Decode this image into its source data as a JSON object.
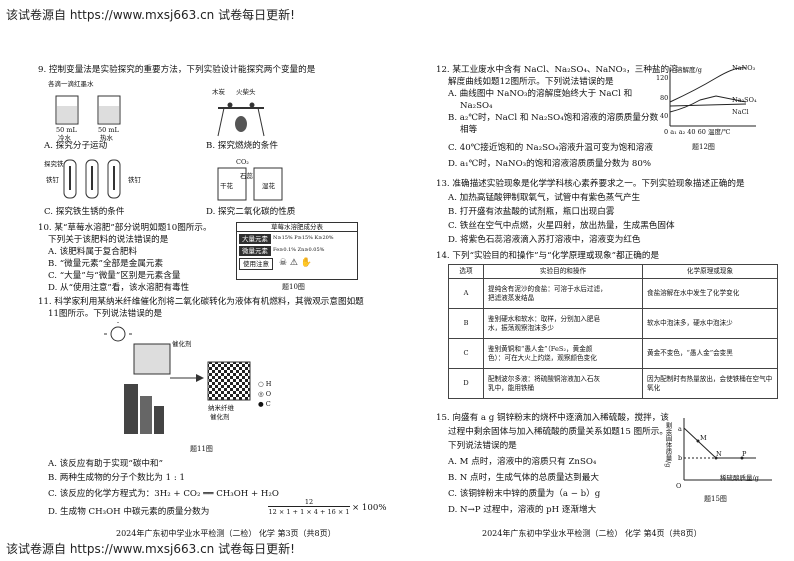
{
  "header": {
    "left": "该试卷源自 https://www.mxsj663.cn 试卷每日更新!"
  },
  "footer_watermark": {
    "left": "该试卷源自 https://www.mxsj663.cn 试卷每日更新!"
  },
  "page_left": {
    "q9": {
      "stem": "9.  控制变量法是实验探究的重要方法，下列实验设计能探究两个变量的是",
      "fig_a_title": "各滴一滴红墨水",
      "fig_a_l1": "50 mL",
      "fig_a_l2": "冷水",
      "fig_a_r1": "50 mL",
      "fig_a_r2": "热水",
      "fig_b_l": "木炭",
      "fig_b_r": "火柴头",
      "fig_c_1": "探究铁",
      "fig_c_2": "铁钉",
      "fig_c_3": "铁钉",
      "fig_d_1": "CO₂",
      "fig_d_2": "干花",
      "fig_d_3": "石蕊",
      "fig_d_4": "湿花",
      "opt_a": "A.  探究分子运动",
      "opt_b": "B.  探究燃烧的条件",
      "opt_c": "C.  探究铁生锈的条件",
      "opt_d": "D.  探究二氧化碳的性质"
    },
    "q10": {
      "l1": "10.  某“草莓水溶肥”部分说明如题10图所示。",
      "l2": "下列关于该肥料的说法错误的是",
      "a": "A.  该肥料属于复合肥料",
      "b": "B.  “微量元素”全部是金属元素",
      "c": "C.  “大量”与“微量”区别是元素含量",
      "d": "D.  从“使用注意”看，该水溶肥有毒性",
      "label_title": "草莓水溶肥成分表",
      "label_macro": "大量元素",
      "label_micro": "微量元素",
      "label_use": "使用注意",
      "label_macro_v": "N≥15% P≥15% K≥20%",
      "label_micro_v": "Fe≥0.1% Zn≥0.05%",
      "fig_cap": "题10图"
    },
    "q11": {
      "l1": "11.  科学家利用某纳米纤维催化剂将二氧化碳转化为液体有机燃料，其微观示意图如题",
      "l2": "11图所示。下列说法错误的是",
      "catalyst": "纳米纤维",
      "catalyst2": "催化剂",
      "leg_h": "○ H",
      "leg_o": "◎ O",
      "leg_c": "● C",
      "cap_cat": "催化剂",
      "fig_cap": "题11图",
      "a": "A.  该反应有助于实现“碳中和”",
      "b": "B.  两种生成物的分子个数比为 1 : 1",
      "c": "C.  该反应的化学方程式为：3H₂ + CO₂ ══ CH₃OH + H₂O",
      "d_pre": "D.  生成物 CH₃OH 中碳元素的质量分数为",
      "d_num": "12",
      "d_den": "12 × 1 + 1 × 4 + 16 × 1",
      "d_post": "× 100%"
    },
    "footer": "2024年广东初中学业水平检测（二检）  化学  第3页（共8页）"
  },
  "page_right": {
    "q12": {
      "l1": "12.  某工业废水中含有 NaCl、Na₂SO₄、NaNO₃，三种盐的溶",
      "l2": "解度曲线如题12图所示。下列说法错误的是",
      "a1": "A.  曲线图中 NaNO₃的溶解度始终大于 NaCl 和",
      "a2": "Na₂SO₄",
      "b1": "B.  a₂℃时，NaCl 和 Na₂SO₄饱和溶液的溶质质量分数",
      "b2": "相等",
      "c": "C.  40℃接近饱和的 Na₂SO₄溶液升温可变为饱和溶液",
      "d": "D.  a₁℃时，NaNO₃的饱和溶液溶质质量分数为 80%",
      "y_label": "溶解度/g",
      "y_tick1": "120",
      "y_tick2": "80",
      "y_tick3": "40",
      "series_1": "NaNO₃",
      "series_2": "Na₂SO₄",
      "series_3": "NaCl",
      "x_ticks": "0 a₁ a₂ 40 60  温度/℃",
      "fig_cap": "题12图"
    },
    "q13": {
      "stem": "13.  准确描述实验现象是化学学科核心素养要求之一。下列实验现象描述正确的是",
      "a": "A.  加热高锰酸钾制取氧气，试管中有紫色蒸气产生",
      "b": "B.  打开盛有浓盐酸的试剂瓶，瓶口出现白雾",
      "c": "C.  铁丝在空气中点燃，火星四射，放出热量，生成黑色固体",
      "d": "D.  将紫色石蕊溶液滴入苏打溶液中，溶液变为红色"
    },
    "q14": {
      "stem": "14.  下列“实验目的和操作”与“化学原理或现象”都正确的是",
      "col_opt": "选项",
      "col_op": "实验目的和操作",
      "col_pr": "化学原理或现象",
      "rows": [
        {
          "opt": "A",
          "op1": "提纯含有泥沙的食盐：可溶于水后过滤，",
          "op2": "把滤液蒸发结晶",
          "pr": "食盐溶解在水中发生了化学变化"
        },
        {
          "opt": "B",
          "op1": "鉴别硬水和软水：取样，分别加入肥皂",
          "op2": "水，振荡观察泡沫多少",
          "pr": "软水中泡沫多，硬水中泡沫少"
        },
        {
          "opt": "C",
          "op1": "鉴别黄铜和“愚人金”（FeS₂，黄金颜",
          "op2": "色）：可在大火上灼烧，观察颜色变化",
          "pr": "黄金不变色，“愚人金”会变黑"
        },
        {
          "opt": "D",
          "op1": "配制波尔多液：将硫酸铜溶液加入石灰",
          "op2": "乳中，能用铁桶",
          "pr": "因为配制时有热量放出，会使铁桶在空气中氧化"
        }
      ]
    },
    "q15": {
      "l1": "15.  向盛有 a g 铜锌粉末的烧杯中逐滴加入稀硫酸，搅拌，该",
      "l2": "过程中剩余固体与加入稀硫酸的质量关系如题15 图所示。",
      "l3": "下列说法错误的是",
      "a": "A.  M 点时，溶液中的溶质只有 ZnSO₄",
      "b": "B.  N 点时，生成气体的总质量达到最大",
      "c": "C.  该铜锌粉末中锌的质量为（a − b）g",
      "d": "D.  N→P 过程中，溶液的 pH 逐渐增大",
      "y_label": "剩余固体质量/g",
      "pt_m": "M",
      "pt_n": "N",
      "pt_p": "P",
      "tick_a": "a",
      "tick_b": "b",
      "x_label": "稀硫酸质量/g",
      "origin": "O",
      "fig_cap": "题15图"
    },
    "footer": "2024年广东初中学业水平检测（二检）  化学  第4页（共8页）"
  }
}
